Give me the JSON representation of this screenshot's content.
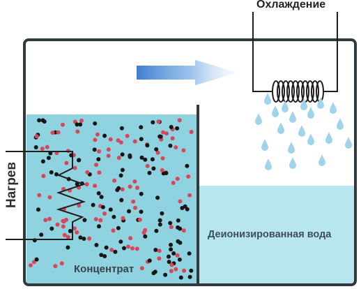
{
  "labels": {
    "cooling": "Охлаждение",
    "heating": "Нагрев",
    "deionized_water": "Деионизированная вода",
    "concentrate": "Концентрат"
  },
  "colors": {
    "tank_outline": "#2f3a3d",
    "concentrate_liquid": "#8fd3e0",
    "deionized_liquid": "#b7e6f0",
    "droplet": "#9fd4ea",
    "arrow": "#4f8fd6",
    "particle_red": "#d8465a",
    "particle_black": "#161616"
  },
  "icons": [
    "heating-coil-icon",
    "cooling-coil-icon",
    "vapor-arrow-icon",
    "water-droplet-icon"
  ]
}
